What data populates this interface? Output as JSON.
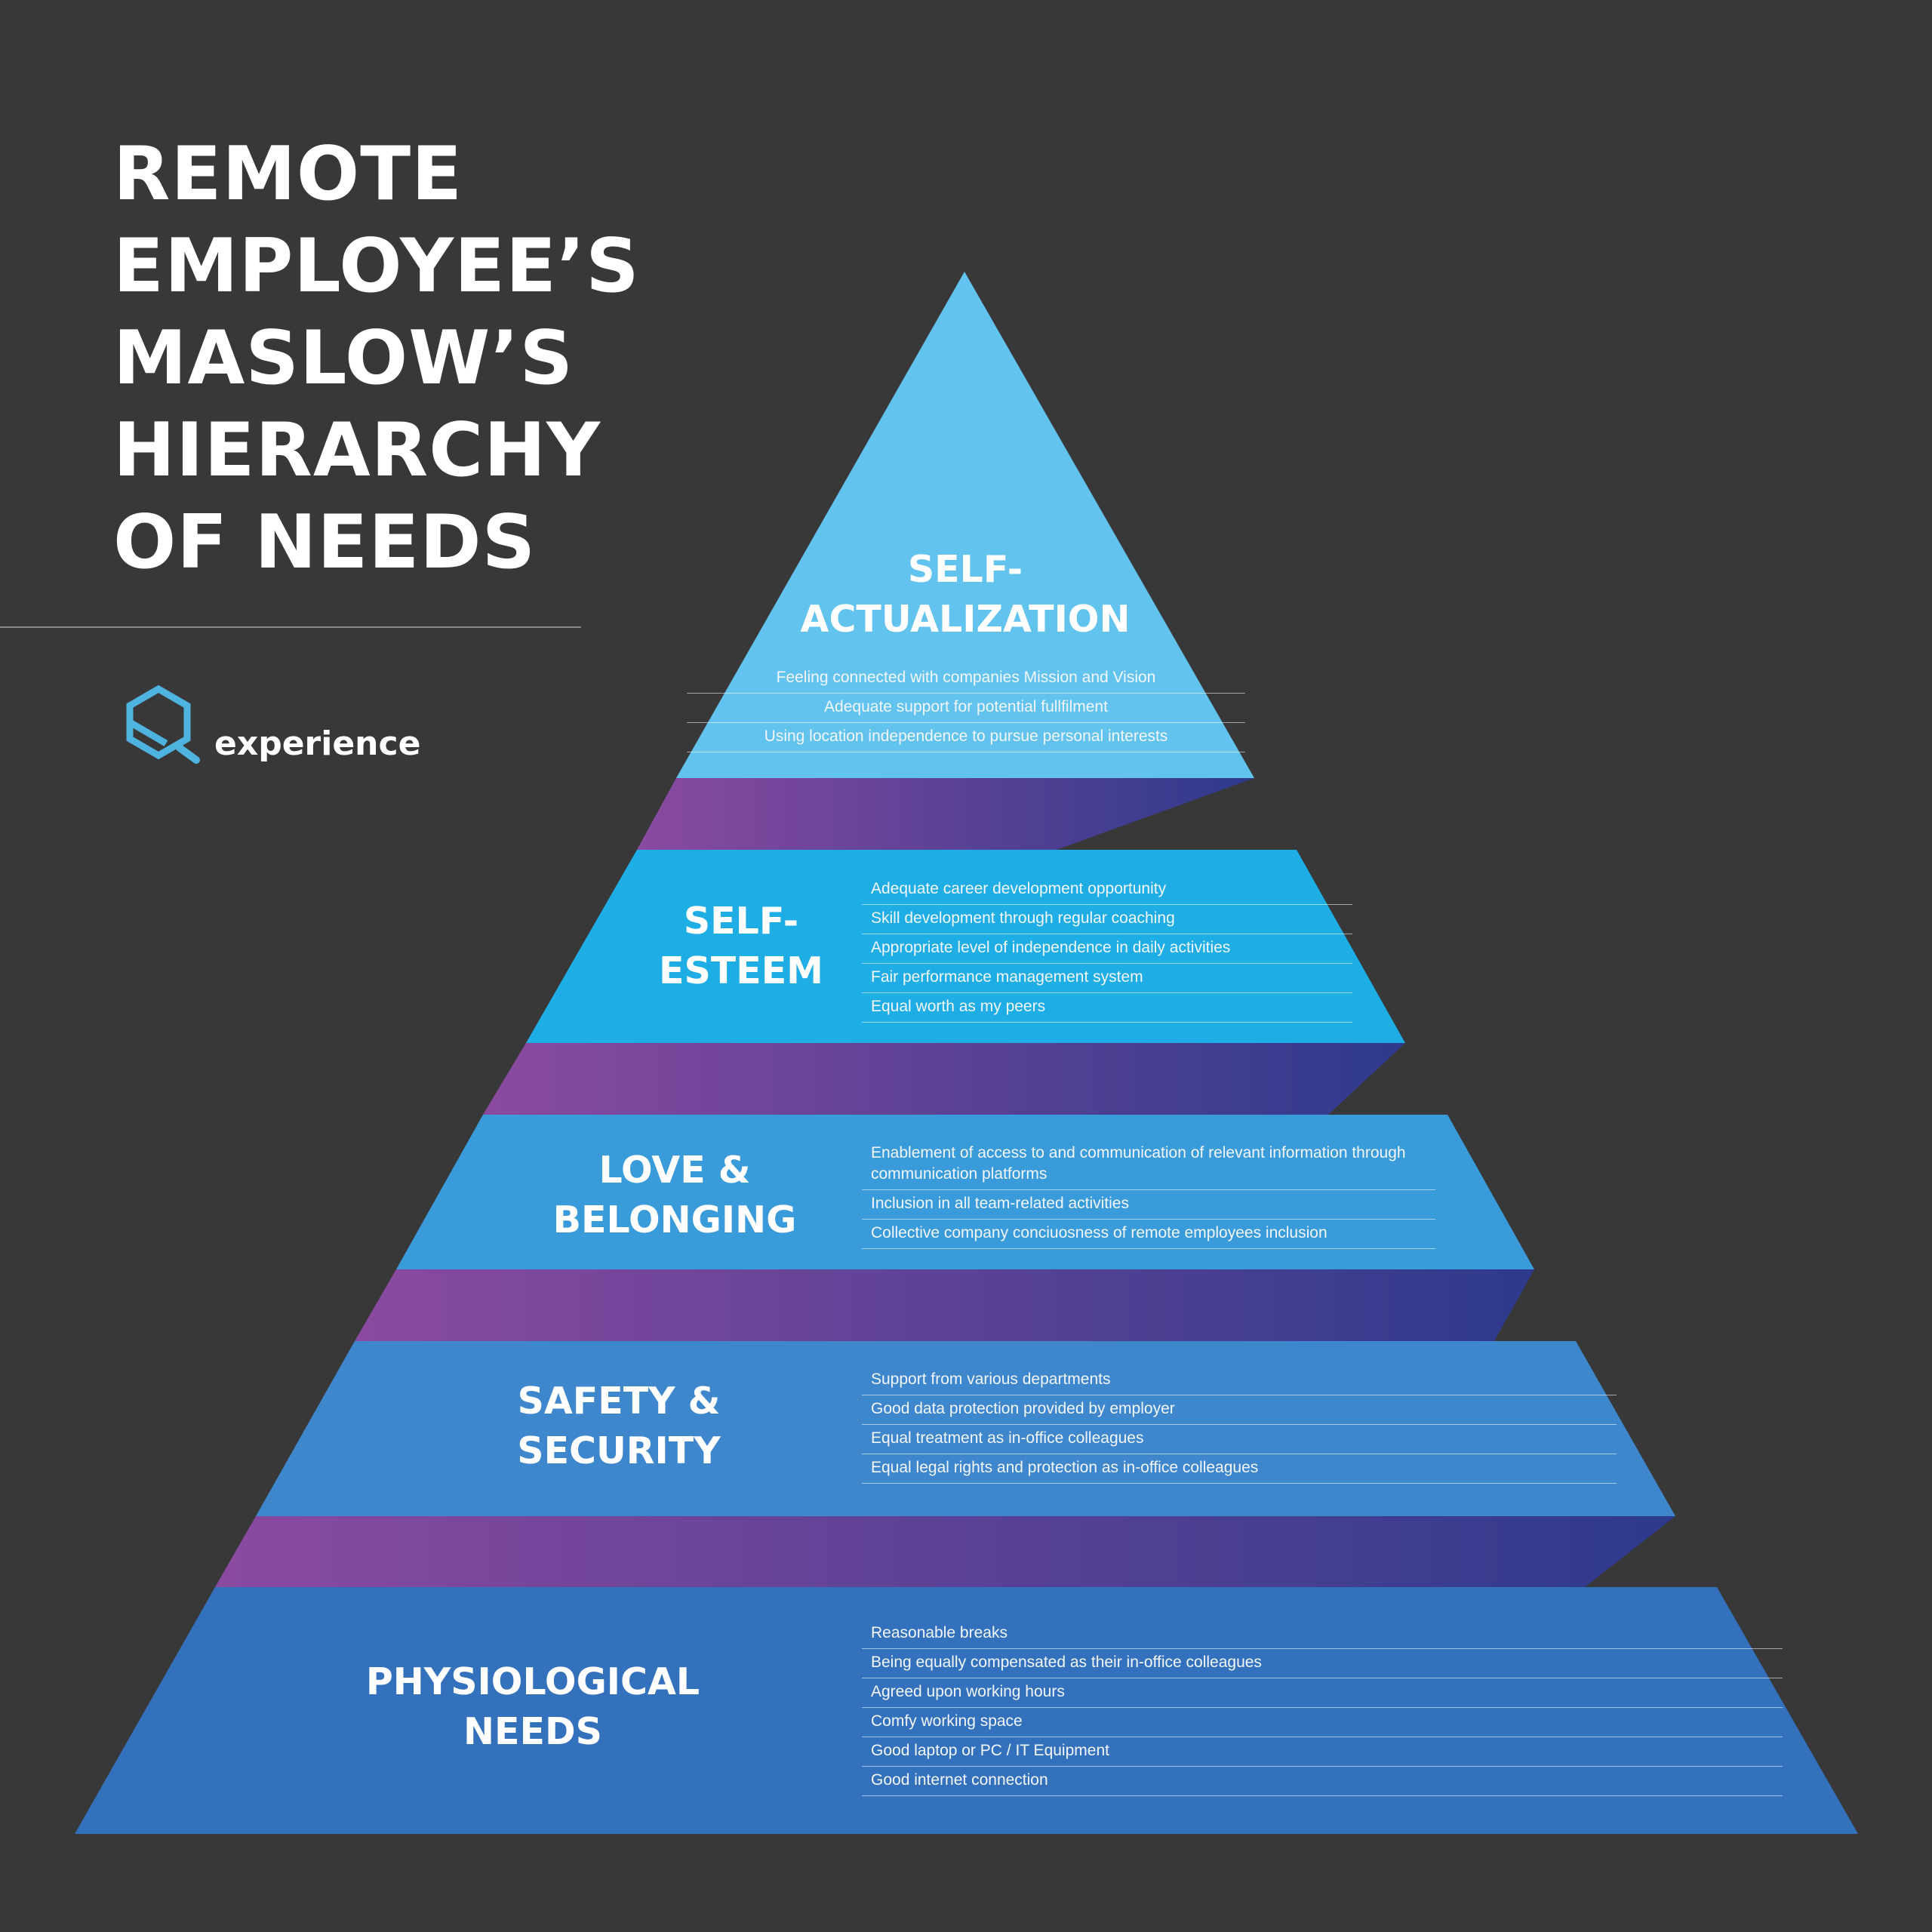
{
  "title_lines": [
    "REMOTE",
    "EMPLOYEE’S",
    "MASLOW’S",
    "HIERARCHY",
    "OF NEEDS"
  ],
  "brand": {
    "name": "experience",
    "icon": "hexagon-magnifier-logo-icon",
    "color": "#4fb3e0"
  },
  "colors": {
    "background": "#383839",
    "ribbon_start": "#8a4aa0",
    "ribbon_end": "#2e3a8c"
  },
  "levels": [
    {
      "id": "self-actualization",
      "title_lines": [
        "SELF-",
        "ACTUALIZATION"
      ],
      "color": "#63c3ef",
      "items": [
        "Feeling connected with companies Mission and Vision",
        "Adequate support for potential fullfilment",
        "Using location independence to pursue personal interests"
      ]
    },
    {
      "id": "self-esteem",
      "title_lines": [
        "SELF-",
        "ESTEEM"
      ],
      "color": "#1fade6",
      "items": [
        "Adequate career development opportunity",
        "Skill development through regular coaching",
        "Appropriate level of independence in daily activities",
        "Fair performance management system",
        "Equal worth as my peers"
      ]
    },
    {
      "id": "love-belonging",
      "title_lines": [
        "LOVE &",
        "BELONGING"
      ],
      "color": "#3a9bdb",
      "items": [
        "Enablement of access to and communication of relevant information through communication platforms",
        "Inclusion in all team-related activities",
        "Collective company conciuosness of remote employees inclusion"
      ]
    },
    {
      "id": "safety-security",
      "title_lines": [
        "SAFETY &",
        "SECURITY"
      ],
      "color": "#3f87cc",
      "items": [
        "Support from various departments",
        "Good data protection provided by employer",
        "Equal treatment as in-office colleagues",
        "Equal legal rights and protection as in-office colleagues"
      ]
    },
    {
      "id": "physiological",
      "title_lines": [
        "PHYSIOLOGICAL",
        "NEEDS"
      ],
      "color": "#3471bc",
      "items": [
        "Reasonable breaks",
        "Being equally compensated as their in-office colleagues",
        "Agreed upon working hours",
        "Comfy working space",
        "Good laptop or PC / IT Equipment",
        "Good internet connection"
      ]
    }
  ]
}
